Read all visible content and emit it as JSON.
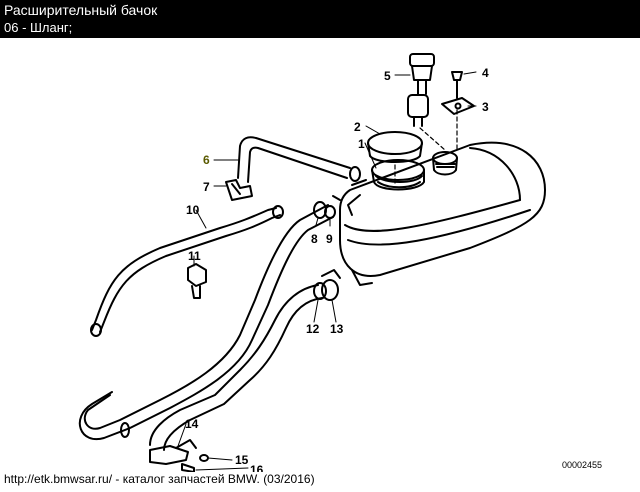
{
  "header": {
    "title": "Расширительный бачок",
    "subtitle": "06 - Шланг;"
  },
  "diagram": {
    "highlighted_part": "6",
    "part_labels": [
      "1",
      "2",
      "3",
      "4",
      "5",
      "6",
      "7",
      "8",
      "9",
      "10",
      "11",
      "12",
      "13",
      "14",
      "15",
      "16"
    ],
    "drawing_number": "00002455"
  },
  "footer": {
    "source": "http://etk.bmwsar.ru/ - каталог запчастей BMW. (03/2016)"
  },
  "colors": {
    "header_bg": "#000000",
    "header_text": "#ffffff",
    "highlight_label": "#5a5a00"
  }
}
